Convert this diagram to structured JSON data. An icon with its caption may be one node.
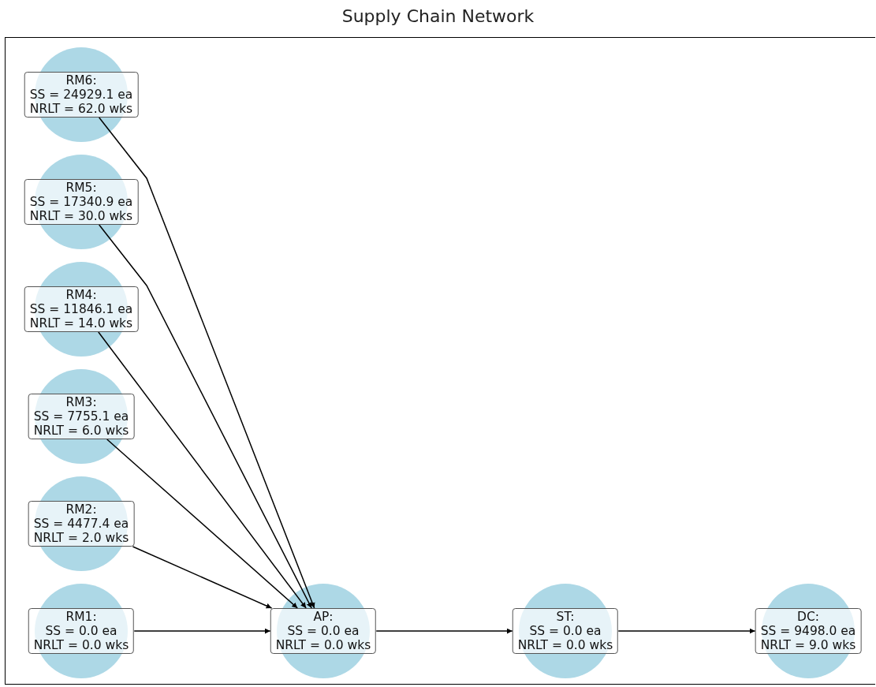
{
  "diagram": {
    "title": "Supply Chain Network",
    "nodes": [
      {
        "text": [
          "RM6:",
          "SS = 24929.1 ea",
          "NRLT = 62.0 wks"
        ]
      },
      {
        "text": [
          "RM5:",
          "SS = 17340.9 ea",
          "NRLT = 30.0 wks"
        ]
      },
      {
        "text": [
          "RM4:",
          "SS = 11846.1 ea",
          "NRLT = 14.0 wks"
        ]
      },
      {
        "text": [
          "RM3:",
          "SS = 7755.1 ea",
          "NRLT = 6.0 wks"
        ]
      },
      {
        "text": [
          "RM2:",
          "SS = 4477.4 ea",
          "NRLT = 2.0 wks"
        ]
      },
      {
        "text": [
          "RM1:",
          "SS = 0.0 ea",
          "NRLT = 0.0 wks"
        ]
      },
      {
        "text": [
          "AP:",
          "SS = 0.0 ea",
          "NRLT = 0.0 wks"
        ]
      },
      {
        "text": [
          "ST:",
          "SS = 0.0 ea",
          "NRLT = 0.0 wks"
        ]
      },
      {
        "text": [
          "DC:",
          "SS = 9498.0 ea",
          "NRLT = 9.0 wks"
        ]
      }
    ],
    "edges": [
      {
        "from": 0,
        "to": 6,
        "arrow": "to"
      },
      {
        "from": 1,
        "to": 6,
        "arrow": "to"
      },
      {
        "from": 2,
        "to": 6,
        "arrow": "to"
      },
      {
        "from": 3,
        "to": 6,
        "arrow": "to"
      },
      {
        "from": 4,
        "to": 6,
        "arrow": "to"
      },
      {
        "from": 5,
        "to": 6,
        "arrow": "to"
      },
      {
        "from": 6,
        "to": 7,
        "arrow": "to"
      },
      {
        "from": 7,
        "to": 8,
        "arrow": "to"
      }
    ]
  }
}
